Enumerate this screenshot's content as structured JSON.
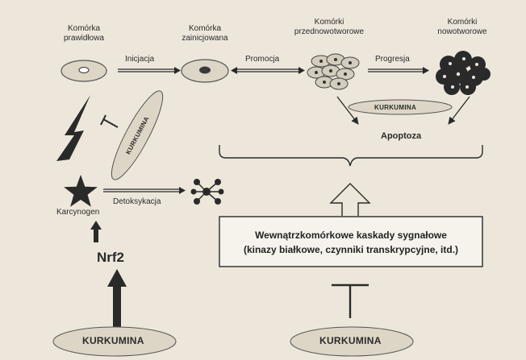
{
  "stages": {
    "normal": "Komórka\nprawidłowa",
    "initiated": "Komórka\nzainicjowana",
    "preneoplastic": "Komórki\nprzednowotworowe",
    "neoplastic": "Komórki\nnowotworowe"
  },
  "arrows": {
    "initiation": "Inicjacja",
    "promotion": "Promocja",
    "progression": "Progresja",
    "detoxification": "Detoksykacja"
  },
  "apoptosis": "Apoptoza",
  "curcumin_label": "KURKUMINA",
  "carcinogen": "Karcynogen",
  "nrf2": "Nrf2",
  "signaling_box": {
    "line1": "Wewnątrzkomórkowe kaskady sygnałowe",
    "line2": "(kinazy białkowe, czynniki transkrypcyjne, itd.)"
  },
  "colors": {
    "background": "#ede7db",
    "ellipse_fill": "#ddd6c6",
    "ink": "#222222"
  },
  "icons": [
    "normal-cell-icon",
    "initiated-cell-icon",
    "preneoplastic-cells-icon",
    "neoplastic-cells-icon",
    "lightning-icon",
    "star-icon",
    "molecule-icon",
    "inhibition-icon"
  ]
}
